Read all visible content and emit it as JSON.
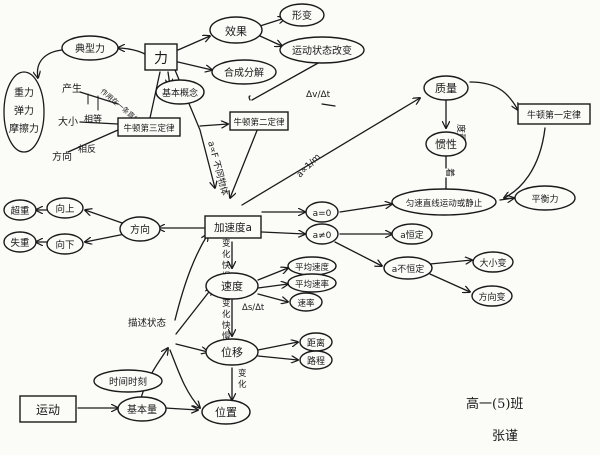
{
  "nodes": {
    "li": "力",
    "xingbian": "形变",
    "xiaoguo": "效果",
    "yundong_zhuangtai_gaibian": "运动状态改变",
    "hecheng_fenjie": "合成分解",
    "diandxing_li": "典型力",
    "jiben_gainian": "基本概念",
    "zhongli": "重力",
    "tanli": "弹力",
    "mocali": "摩擦力",
    "chansheng": "产生",
    "daxiao": "大小",
    "fangxiang_left": "方向",
    "xiangdeng": "相等",
    "xiangfan": "相反",
    "zuoyong_xiang": "作用在一条直线上",
    "niudun3": "牛顿第三定律",
    "niudun2": "牛顿第二定律",
    "a_prop_F_mid": "a∝F",
    "a_prop_F": "a∝F 不同物体",
    "delta_v_over_delta_t": "Δv/Δt",
    "a_prop_1_over_m": "a∝1/m",
    "zhiliang": "质量",
    "duliang": "度量",
    "guanxing": "惯性",
    "zhuo": "着",
    "niudun1": "牛顿第一定律",
    "yundong_state": "匀速直线运动或静止",
    "pinghengli": "平衡力",
    "jiasudu": "加速度a",
    "a_eq_0": "a=0",
    "a_ne_0": "a≠0",
    "a_hengding": "a恒定",
    "a_bu_hengding": "a不恒定",
    "daxiao_bian": "大小变",
    "fangxiang_bian": "方向变",
    "fangxiang": "方向",
    "xiangshang": "向上",
    "chaozhong": "超重",
    "xiangxia": "向下",
    "shizhong": "失重",
    "suduo": "速度",
    "pingjun_sudu": "平均速度",
    "shunshi_sudu": "平均速率",
    "sulv": "速率",
    "delta_s_over_delta_t": "Δs/Δt",
    "biandong_kuai": "变化快慢",
    "biandong_kuai2": "变化快慢",
    "weiyi": "位移",
    "juli": "距离",
    "lucheng": "路程",
    "biandong": "变化",
    "miaoshu_zhuangtai": "描述状态",
    "shijian_shike": "时间时刻",
    "yundong": "运动",
    "jiben_liang": "基本量",
    "weizhi": "位置",
    "class_label": "高一(5)班",
    "author": "张谨"
  }
}
